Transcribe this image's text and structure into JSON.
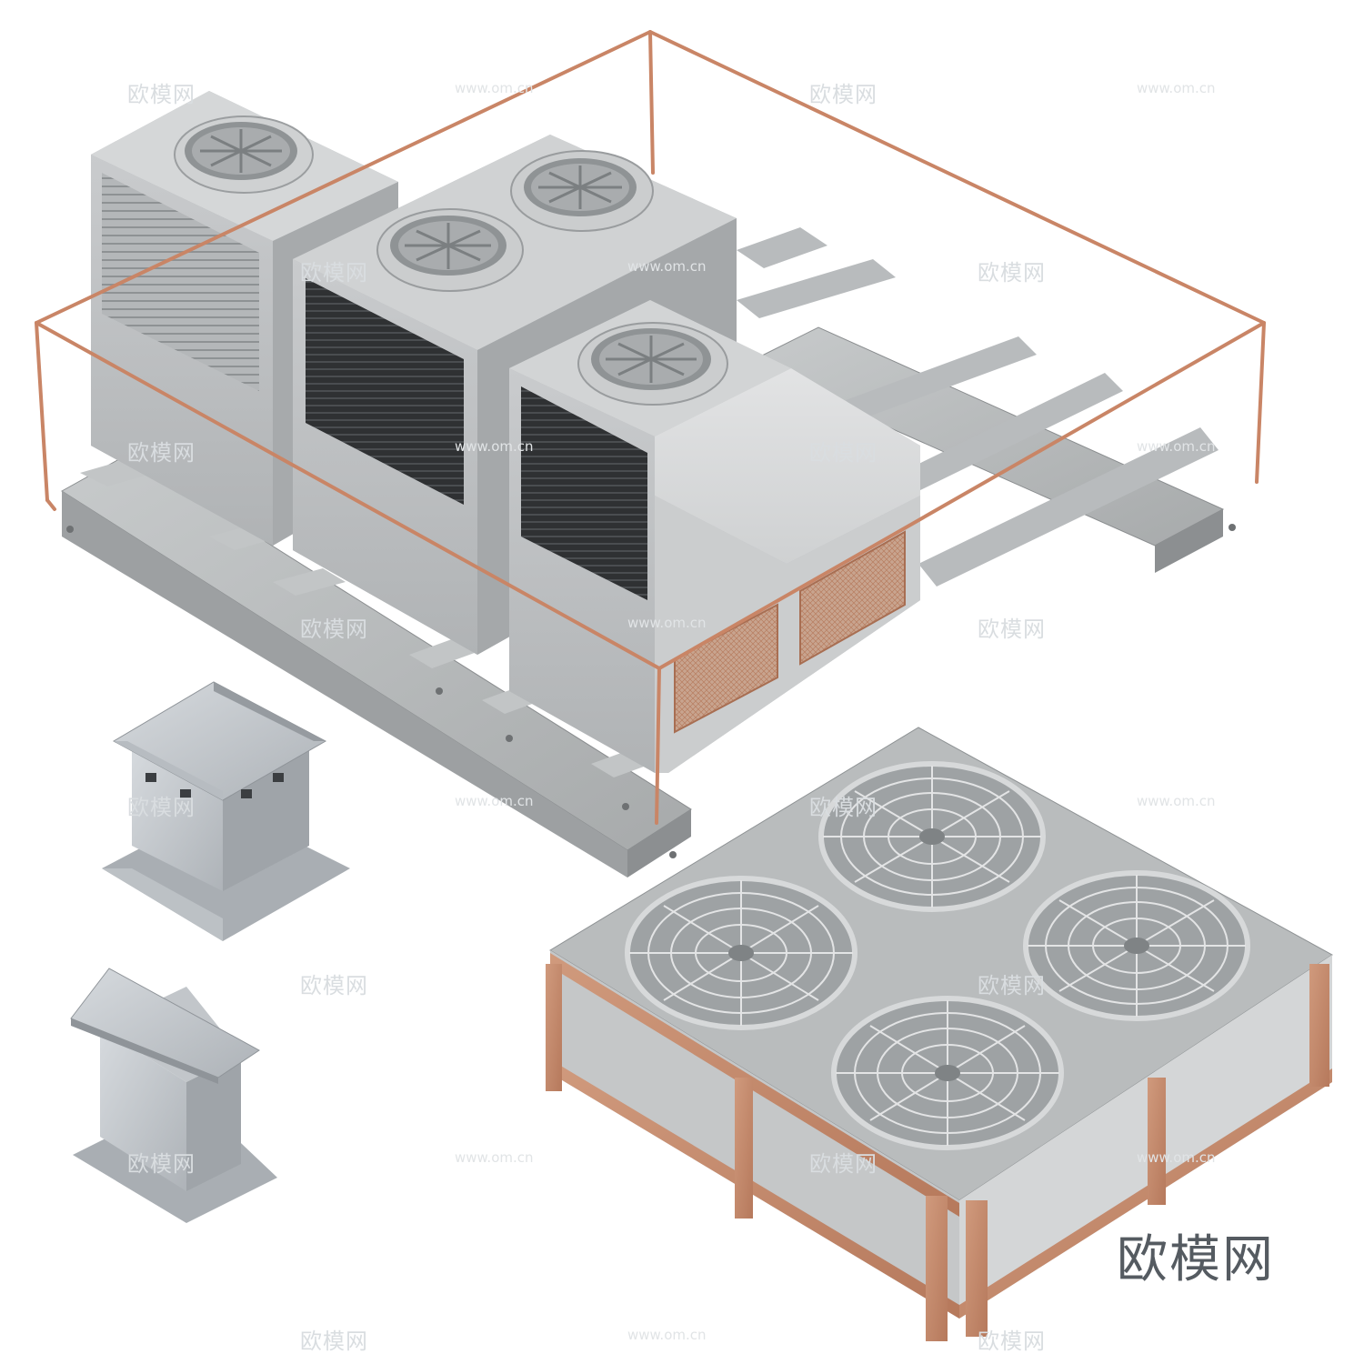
{
  "watermark": {
    "cn": "欧模网",
    "url": "www.om.cn"
  },
  "brand_label": "欧模网",
  "colors": {
    "steel": "#b9bdbf",
    "steel_dark": "#8e9294",
    "rust_pipe": "#c98566",
    "galvanized": "#c7ccd1",
    "unit_body": "#bfc1c3",
    "grille_dark": "#2c2e30",
    "rust_panel": "#c58a6c"
  },
  "objects": [
    "rooftop-condenser-group",
    "vent-cap-pyramid",
    "vent-cap-shed",
    "four-fan-condenser"
  ]
}
